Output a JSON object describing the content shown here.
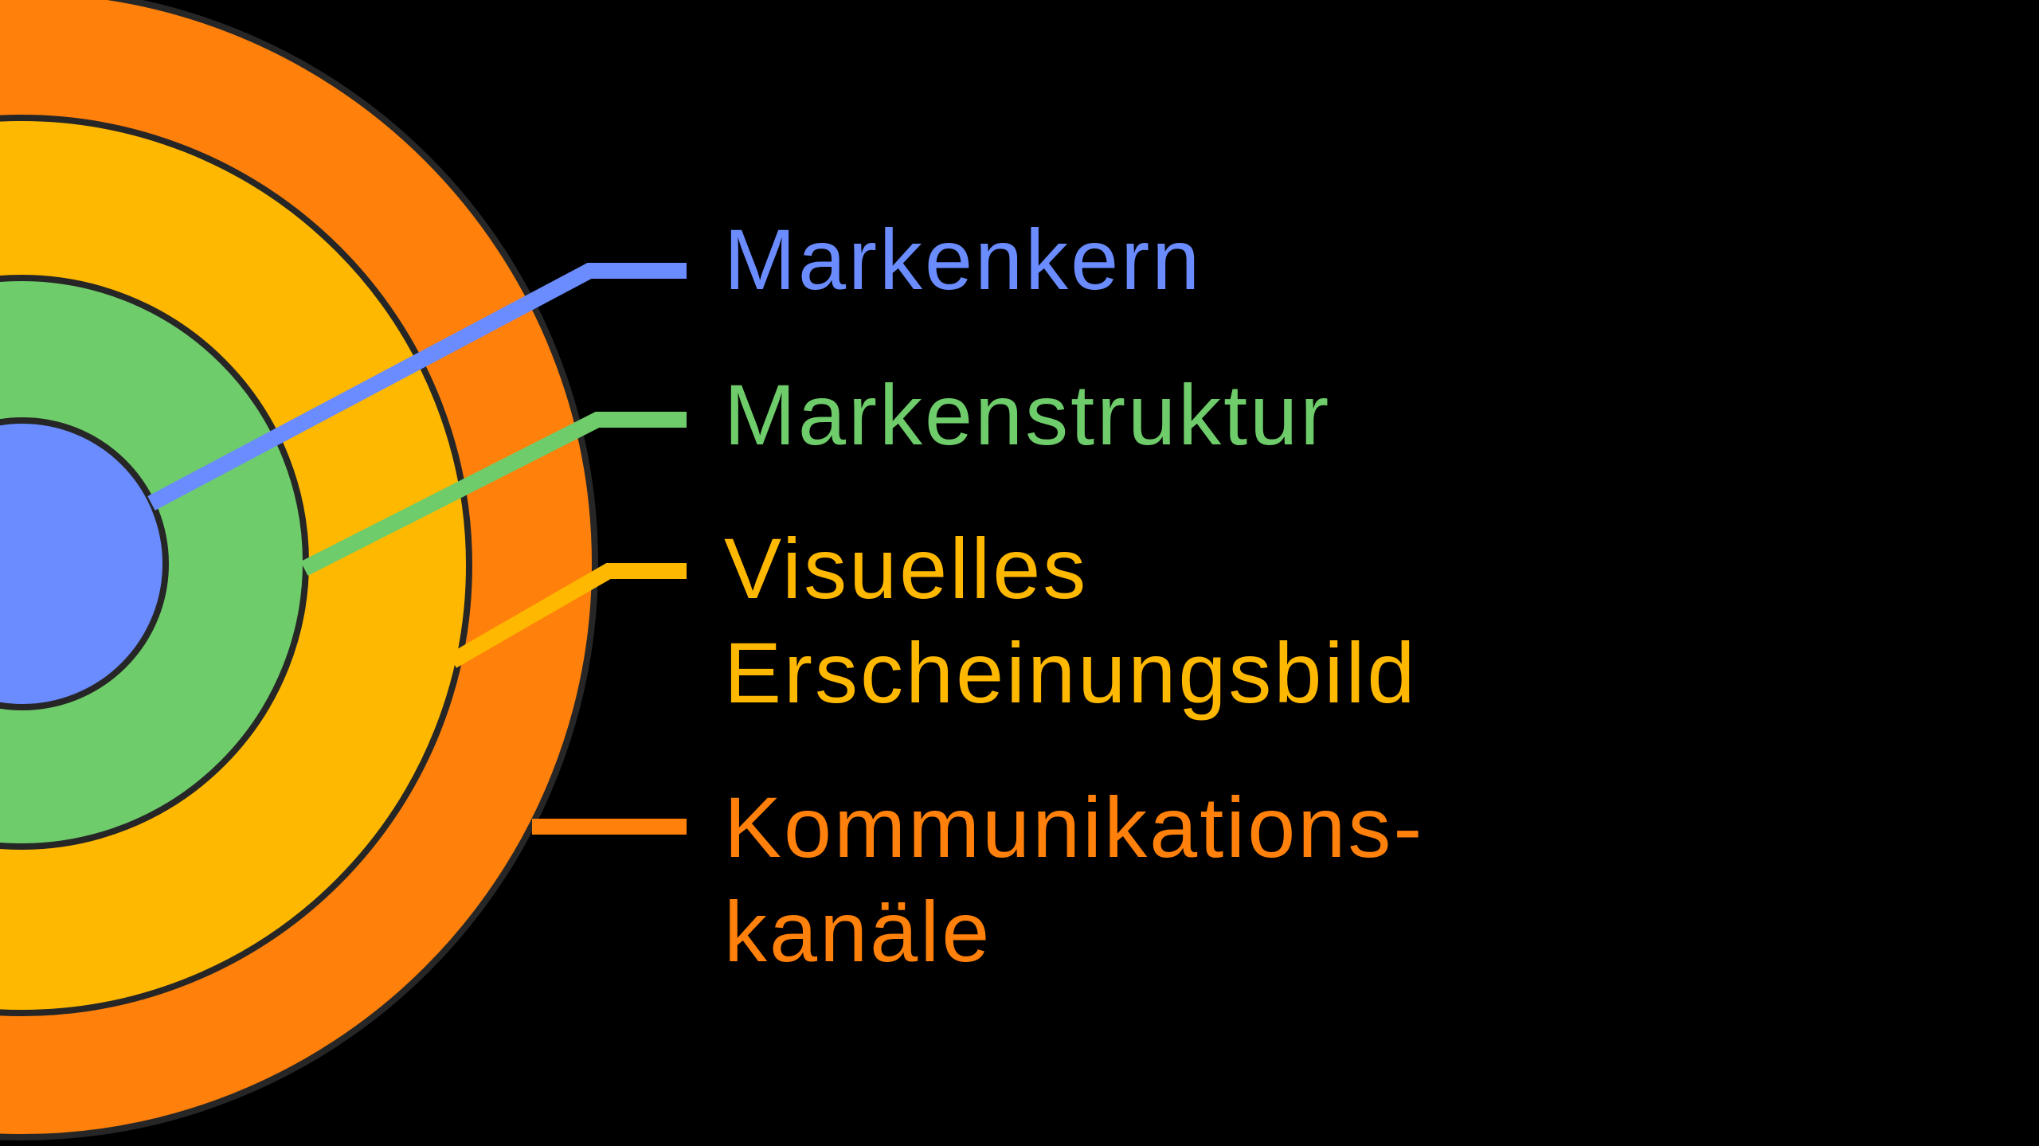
{
  "diagram": {
    "type": "concentric-brand-model",
    "background_color": "#000000",
    "ring_outline_color": "#262626",
    "layers": [
      {
        "id": "markenkern",
        "label_lines": [
          "Markenkern"
        ],
        "color": "#6A8CFF"
      },
      {
        "id": "markenstruktur",
        "label_lines": [
          "Markenstruktur"
        ],
        "color": "#6FCC6A"
      },
      {
        "id": "visuelles-erscheinungsbild",
        "label_lines": [
          "Visuelles",
          "Erscheinungsbild"
        ],
        "color": "#FFB800"
      },
      {
        "id": "kommunikationskanaele",
        "label_lines": [
          "Kommunikations-",
          "kanäle"
        ],
        "color": "#FF800A"
      }
    ]
  }
}
